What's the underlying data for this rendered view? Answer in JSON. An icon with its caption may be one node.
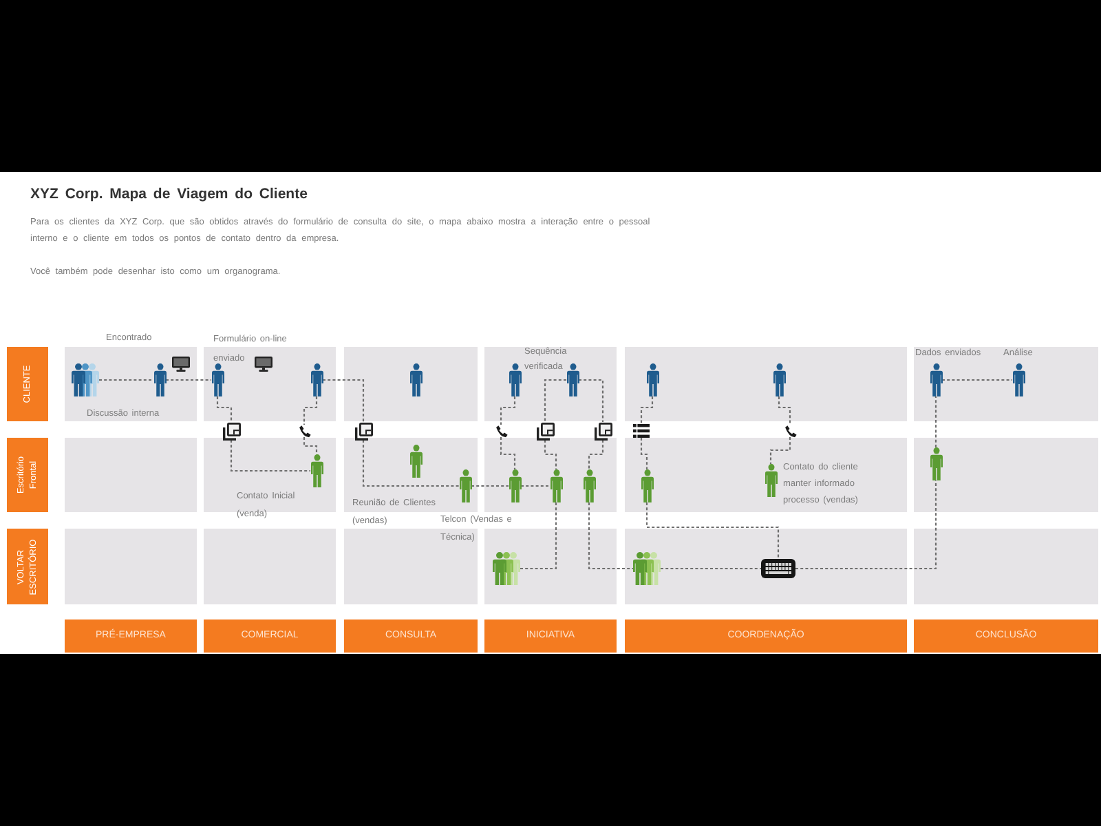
{
  "diagram": {
    "title": "XYZ Corp. Mapa de Viagem do Cliente",
    "nodes": [
      {
        "text": [
          "CLIENTE"
        ]
      },
      {
        "text": [
          "Escritório Frontal"
        ]
      },
      {
        "text": [
          "VOLTAR ESCRITÓRIO"
        ]
      },
      {
        "text": [],
        "shape": "group",
        "beside": [
          "Discussão interna"
        ]
      },
      {
        "text": [],
        "shape": "person",
        "beside": [
          "Encontrado"
        ]
      },
      {
        "text": [],
        "shape": "person",
        "beside": [
          "Formulário on-line enviado"
        ]
      },
      {
        "text": [],
        "shape": "person"
      },
      {
        "text": [],
        "shape": "person"
      },
      {
        "text": [],
        "shape": "person"
      },
      {
        "text": [],
        "shape": "person",
        "beside": [
          "Sequência verificada"
        ]
      },
      {
        "text": [],
        "shape": "person"
      },
      {
        "text": [],
        "shape": "person"
      },
      {
        "text": [],
        "shape": "person",
        "beside": [
          "Dados enviados"
        ]
      },
      {
        "text": [],
        "shape": "person",
        "beside": [
          "Análise"
        ]
      },
      {
        "text": [],
        "shape": "document"
      },
      {
        "text": [],
        "shape": "phone"
      },
      {
        "text": [],
        "shape": "document"
      },
      {
        "text": [],
        "shape": "phone"
      },
      {
        "text": [],
        "shape": "document"
      },
      {
        "text": [],
        "shape": "document"
      },
      {
        "text": [],
        "shape": "list"
      },
      {
        "text": [],
        "shape": "phone"
      },
      {
        "text": [],
        "shape": "person",
        "beside": [
          "Contato Inicial (venda)"
        ]
      },
      {
        "text": [],
        "shape": "person"
      },
      {
        "text": [],
        "shape": "person"
      },
      {
        "text": [],
        "shape": "person",
        "beside": [
          "Telcon (Vendas e Técnica)"
        ]
      },
      {
        "text": [],
        "shape": "person"
      },
      {
        "text": [],
        "shape": "person"
      },
      {
        "text": [],
        "shape": "person"
      },
      {
        "text": [],
        "shape": "person",
        "beside": [
          "Contato do cliente manter informado processo (vendas)"
        ]
      },
      {
        "text": [],
        "shape": "person"
      },
      {
        "text": [],
        "shape": "group"
      },
      {
        "text": [],
        "shape": "group"
      },
      {
        "text": [],
        "shape": "keyboard"
      },
      {
        "text": [
          "PRÉ-EMPRESA"
        ]
      },
      {
        "text": [
          "COMERCIAL"
        ]
      },
      {
        "text": [
          "CONSULTA"
        ]
      },
      {
        "text": [
          "INICIATIVA"
        ]
      },
      {
        "text": [
          "COORDENAÇÃO"
        ]
      },
      {
        "text": [
          "CONCLUSÃO"
        ]
      },
      {
        "text": [],
        "shape": "monitor"
      },
      {
        "text": [],
        "shape": "monitor"
      }
    ],
    "edges": [
      {
        "from": 3,
        "to": 4,
        "arrow": "none",
        "style": "dashed"
      },
      {
        "from": 4,
        "to": 5,
        "arrow": "none",
        "style": "dashed"
      },
      {
        "from": 5,
        "to": 14,
        "arrow": "none",
        "style": "dashed"
      },
      {
        "from": 14,
        "to": 22,
        "arrow": "none",
        "style": "dashed"
      },
      {
        "from": 6,
        "to": 15,
        "arrow": "none",
        "style": "dashed"
      },
      {
        "from": 15,
        "to": 22,
        "arrow": "none",
        "style": "dashed"
      },
      {
        "from": 6,
        "to": 16,
        "arrow": "none",
        "style": "dashed"
      },
      {
        "from": 16,
        "to": 24,
        "arrow": "none",
        "style": "dashed"
      },
      {
        "from": 24,
        "to": 25,
        "arrow": "none",
        "style": "dashed"
      },
      {
        "from": 25,
        "to": 26,
        "arrow": "none",
        "style": "dashed"
      },
      {
        "from": 8,
        "to": 17,
        "arrow": "none",
        "style": "dashed"
      },
      {
        "from": 17,
        "to": 25,
        "arrow": "none",
        "style": "dashed"
      },
      {
        "from": 9,
        "to": 18,
        "arrow": "none",
        "style": "dashed"
      },
      {
        "from": 18,
        "to": 26,
        "arrow": "none",
        "style": "dashed"
      },
      {
        "from": 9,
        "to": 19,
        "arrow": "none",
        "style": "dashed"
      },
      {
        "from": 19,
        "to": 27,
        "arrow": "none",
        "style": "dashed"
      },
      {
        "from": 26,
        "to": 31,
        "arrow": "none",
        "style": "dashed"
      },
      {
        "from": 27,
        "to": 32,
        "arrow": "none",
        "style": "dashed"
      },
      {
        "from": 10,
        "to": 20,
        "arrow": "none",
        "style": "dashed"
      },
      {
        "from": 20,
        "to": 28,
        "arrow": "none",
        "style": "dashed"
      },
      {
        "from": 28,
        "to": 33,
        "arrow": "none",
        "style": "dashed"
      },
      {
        "from": 32,
        "to": 33,
        "arrow": "none",
        "style": "dashed"
      },
      {
        "from": 33,
        "to": 30,
        "arrow": "none",
        "style": "dashed"
      },
      {
        "from": 30,
        "to": 12,
        "arrow": "none",
        "style": "dashed"
      },
      {
        "from": 12,
        "to": 13,
        "arrow": "none",
        "style": "dashed"
      },
      {
        "from": 11,
        "to": 21,
        "arrow": "none",
        "style": "dashed"
      },
      {
        "from": 21,
        "to": 29,
        "arrow": "none",
        "style": "dashed"
      }
    ],
    "labels": [
      "Para os clientes da XYZ Corp. que são obtidos através do formulário de consulta do site, o mapa abaixo mostra a interação entre o pessoal interno e o cliente em todos os pontos de contato dentro da empresa.",
      "Você também pode desenhar isto como um organograma.",
      "Reunião de Clientes (vendas)"
    ]
  }
}
